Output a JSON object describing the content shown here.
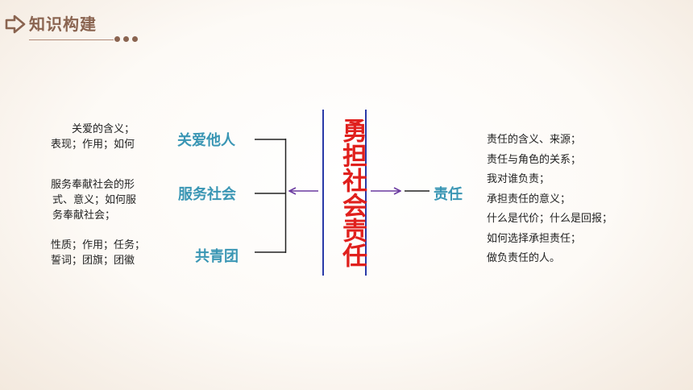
{
  "header": {
    "title": "知识构建"
  },
  "central": {
    "text": "勇担社会责任"
  },
  "branches": [
    {
      "label": "关爱他人",
      "notes": [
        "关爱的含义；",
        "表现；作用；如何"
      ]
    },
    {
      "label": "服务社会",
      "notes": [
        "服务奉献社会的形",
        "式、意义；如何服",
        "务奉献社会；"
      ]
    },
    {
      "label": "共青团",
      "notes": [
        "性质；作用；任务；",
        "誓词；团旗；团徽"
      ]
    }
  ],
  "right": {
    "label": "责任",
    "items": [
      "责任的含义、来源；",
      "责任与角色的关系；",
      "我对谁负责；",
      "承担责任的意义；",
      "什么是代价；什么是回报；",
      "如何选择承担责任；",
      "做负责任的人。"
    ]
  },
  "colors": {
    "title": "#8a6450",
    "branch": "#3a96b4",
    "central_text": "#e0201d",
    "central_border": "#2a3aa8",
    "arrow": "#6a3aa0"
  }
}
